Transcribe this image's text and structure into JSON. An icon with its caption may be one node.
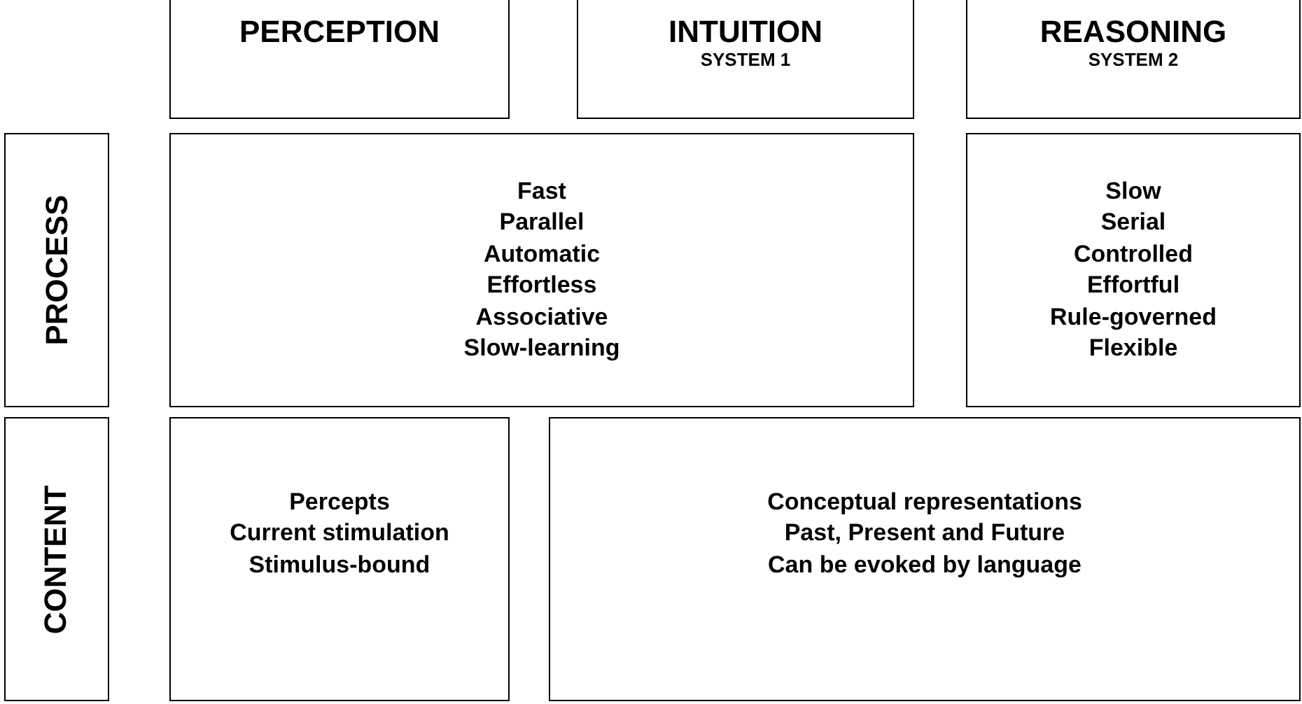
{
  "diagram": {
    "nodes": [
      {
        "text": [
          "PERCEPTION"
        ]
      },
      {
        "text": [
          "INTUITION",
          "SYSTEM 1"
        ]
      },
      {
        "text": [
          "REASONING",
          "SYSTEM 2"
        ]
      },
      {
        "text": [
          "PROCESS"
        ]
      },
      {
        "text": [
          "Fast",
          "Parallel",
          "Automatic",
          "Effortless",
          "Associative",
          "Slow-learning"
        ]
      },
      {
        "text": [
          "Slow",
          "Serial",
          "Controlled",
          "Effortful",
          "Rule-governed",
          "Flexible"
        ]
      },
      {
        "text": [
          "CONTENT"
        ]
      },
      {
        "text": [
          "Percepts",
          "Current stimulation",
          "Stimulus-bound"
        ]
      },
      {
        "text": [
          "Conceptual representations",
          "Past, Present and Future",
          "Can be evoked by language"
        ]
      }
    ]
  }
}
